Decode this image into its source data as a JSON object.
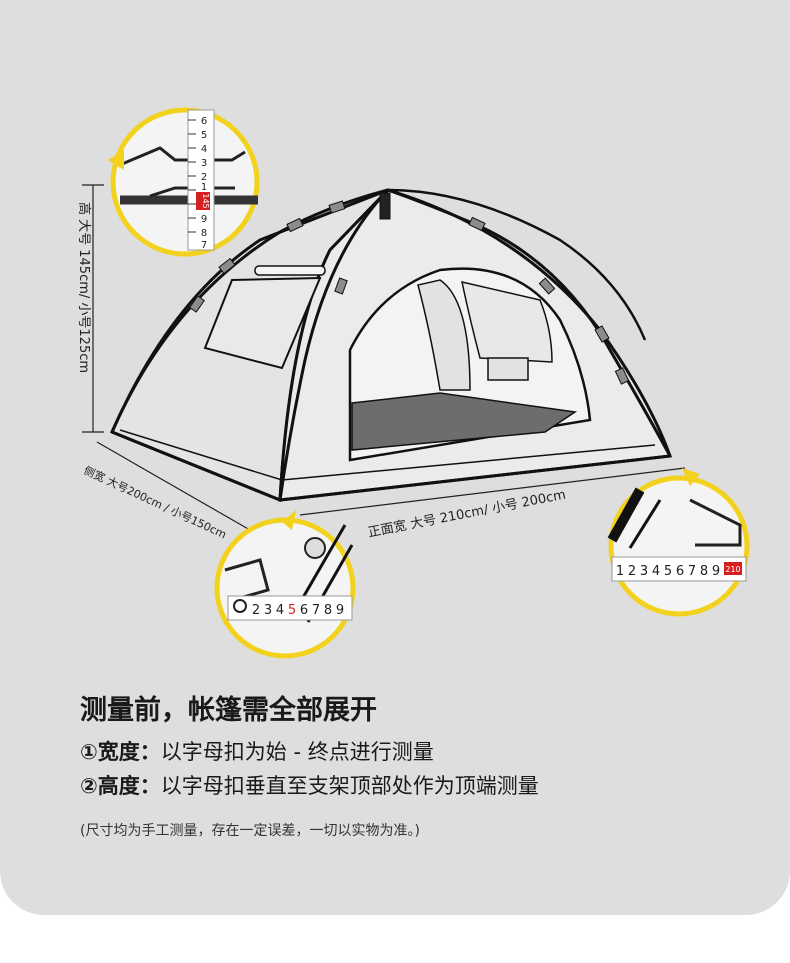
{
  "dimensions": {
    "height": "高  大号 145cm/ 小号125cm",
    "side_width": "侧宽 大号200cm / 小号150cm",
    "front_width": "正面宽  大号 210cm/ 小号 200cm"
  },
  "rulers": {
    "top": [
      "6",
      "5",
      "4",
      "3",
      "2",
      "1",
      "9",
      "8",
      "7"
    ],
    "top_mark": "145",
    "bottom_left": [
      "2",
      "3",
      "4",
      "5",
      "6",
      "7",
      "8",
      "9"
    ],
    "bottom_right": [
      "1",
      "2",
      "3",
      "4",
      "5",
      "6",
      "7",
      "8",
      "9"
    ],
    "bottom_right_mark": "210"
  },
  "instructions": {
    "title": "测量前，帐篷需全部展开",
    "width_label": "①宽度：",
    "width_text": "以字母扣为始 - 终点进行测量",
    "height_label": "②高度：",
    "height_text": "以字母扣垂直至支架顶部处作为顶端测量",
    "note": "(尺寸均为手工测量，存在一定误差，一切以实物为准。)"
  },
  "colors": {
    "card": "#dedede",
    "accent_yellow": "#f2d21c",
    "tent_fill": "#e9e9e9",
    "tent_floor": "#6d6d6d"
  }
}
